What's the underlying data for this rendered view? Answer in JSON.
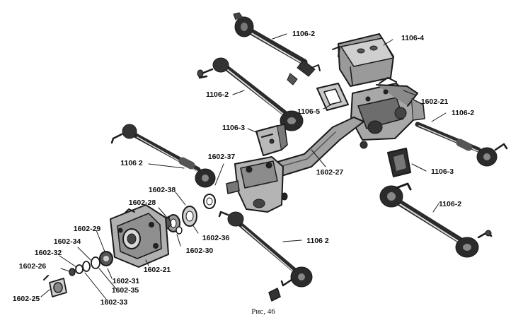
{
  "labels": {
    "rod_top": "1106-2",
    "bracket_top": "1106-4",
    "rod_upper_left": "1106-2",
    "gasket": "1106-5",
    "bracket_right": "1602-21",
    "bracket_left_small": "1106-3",
    "rod_right": "1106-2",
    "rod_left": "1106 2",
    "bushing_37": "1602-37",
    "axle_beam": "1602-27",
    "bracket_right_small": "1106-3",
    "ring_38": "1602-38",
    "hub_28": "1602-28",
    "rod_lower_right": "1106-2",
    "washer_36": "1602-36",
    "seal_29": "1602-29",
    "rod_lower_center": "1106 2",
    "washer_30": "1602-30",
    "washer_34": "1602-34",
    "ring_32": "1602-32",
    "nut_31": "1602-31",
    "housing_21": "1602-21",
    "nut_26": "1602-26",
    "washer_35": "1602-35",
    "bolt_33": "1602-33",
    "cap_25": "1602-25"
  },
  "caption": "Рис, 46"
}
